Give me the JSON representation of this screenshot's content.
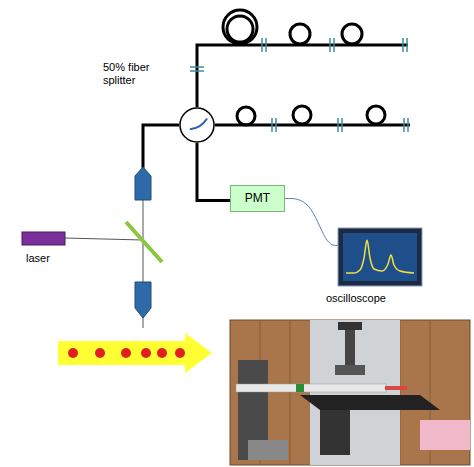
{
  "diagram": {
    "nodes": [
      {
        "text": [
          "50% fiber splitter"
        ]
      },
      {
        "text": [
          "laser"
        ]
      },
      {
        "text": [
          "PMT"
        ]
      },
      {
        "text": [
          "oscilloscope"
        ]
      }
    ],
    "edges": [
      {
        "from": 0,
        "to": 2,
        "arrow": "none"
      },
      {
        "from": 2,
        "to": 3,
        "arrow": "none"
      }
    ]
  }
}
